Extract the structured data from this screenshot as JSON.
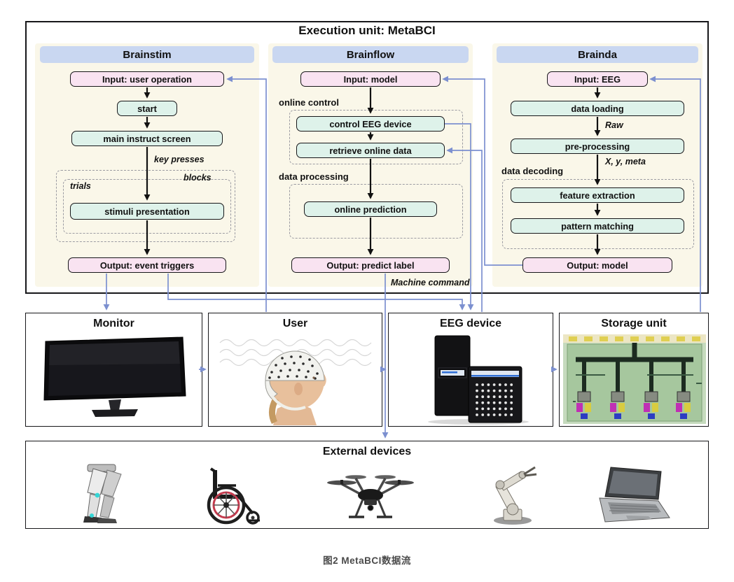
{
  "figure": {
    "caption": "图2 MetaBCI数据流"
  },
  "execution_unit": {
    "title": "Execution unit: MetaBCI",
    "brainstim": {
      "header": "Brainstim",
      "input": "Input: user operation",
      "start": "start",
      "main_instruct": "main instruct screen",
      "key_presses": "key presses",
      "trials": "trials",
      "blocks": "blocks",
      "stimuli": "stimuli presentation",
      "output": "Output: event triggers"
    },
    "brainflow": {
      "header": "Brainflow",
      "input": "Input: model",
      "online_control": "online control",
      "control_eeg": "control EEG device",
      "retrieve": "retrieve online data",
      "data_processing": "data processing",
      "online_prediction": "online prediction",
      "output": "Output: predict label",
      "machine_command": "Machine command"
    },
    "brainda": {
      "header": "Brainda",
      "input": "Input: EEG",
      "data_loading": "data loading",
      "raw": "Raw",
      "preprocessing": "pre-processing",
      "xy_meta": "X, y, meta",
      "data_decoding": "data decoding",
      "feature_extraction": "feature extraction",
      "pattern_matching": "pattern matching",
      "output": "Output: model"
    }
  },
  "hardware": {
    "monitor": "Monitor",
    "user": "User",
    "eeg_device": "EEG device",
    "storage_unit": "Storage unit"
  },
  "external_devices": {
    "title": "External devices",
    "devices": [
      "exoskeleton",
      "wheelchair",
      "drone",
      "robotic-arm",
      "laptop"
    ]
  },
  "colors": {
    "header_bg": "#c9d7f1",
    "io_box_bg": "#f9e3f1",
    "process_box_bg": "#def2ea",
    "column_bg": "#faf7e9",
    "arrow_blue": "#7c90d0",
    "arrow_black": "#111111"
  }
}
